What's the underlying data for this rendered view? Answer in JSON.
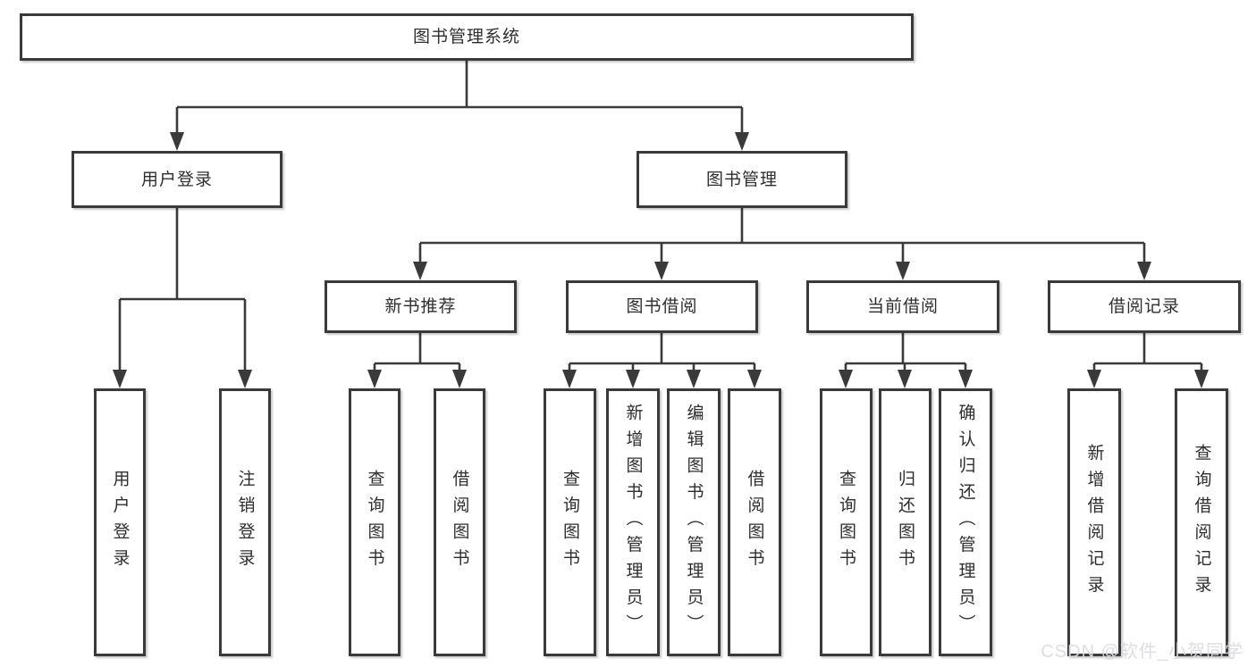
{
  "diagram": {
    "root": {
      "label": "图书管理系统"
    },
    "branches": [
      {
        "label": "用户登录",
        "children": [
          {
            "label": "用户登录"
          },
          {
            "label": "注销登录"
          }
        ]
      },
      {
        "label": "图书管理",
        "sections": [
          {
            "label": "新书推荐",
            "children": [
              {
                "label": "查询图书"
              },
              {
                "label": "借阅图书"
              }
            ]
          },
          {
            "label": "图书借阅",
            "children": [
              {
                "label": "查询图书"
              },
              {
                "label": "新增图书（管理员）"
              },
              {
                "label": "编辑图书（管理员）"
              },
              {
                "label": "借阅图书"
              }
            ]
          },
          {
            "label": "当前借阅",
            "children": [
              {
                "label": "查询图书"
              },
              {
                "label": "归还图书"
              },
              {
                "label": "确认归还（管理员）"
              }
            ]
          },
          {
            "label": "借阅记录",
            "children": [
              {
                "label": "新增借阅记录"
              },
              {
                "label": "查询借阅记录"
              }
            ]
          }
        ]
      }
    ]
  },
  "watermark": {
    "text": "CSDN @软件_小贺同学"
  },
  "colors": {
    "line": "#3a3a3a",
    "box_bg": "#ffffff",
    "text": "#2e2e2e",
    "watermark": "#dcdce1"
  }
}
